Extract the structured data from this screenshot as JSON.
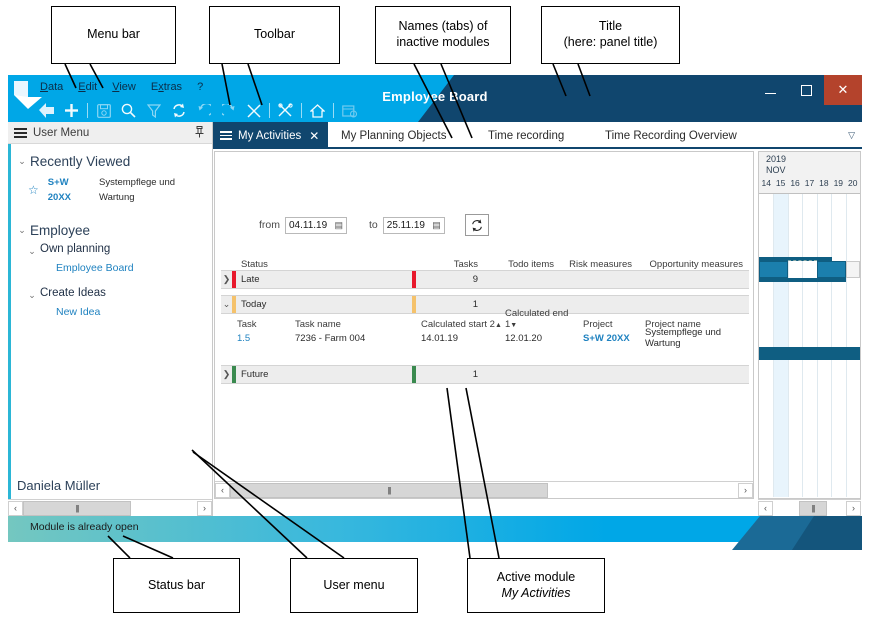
{
  "window": {
    "title": "Employee Board",
    "controls": {
      "minimize": "minimize-button",
      "maximize": "maximize-button",
      "close": "close-button"
    }
  },
  "menubar": {
    "items": [
      {
        "label": "Data",
        "accel": "D"
      },
      {
        "label": "Edit",
        "accel": "E"
      },
      {
        "label": "View",
        "accel": "V"
      },
      {
        "label": "Extras",
        "accel": "x"
      },
      {
        "label": "?",
        "accel": ""
      }
    ]
  },
  "toolbar": {
    "icons": [
      "back-arrow-icon",
      "plus-icon",
      "save-icon",
      "search-icon",
      "filter-icon",
      "refresh-icon",
      "undo-icon",
      "redo-icon",
      "close-x-icon",
      "tools-icon",
      "home-icon",
      "calendar-clock-icon"
    ]
  },
  "sidebar": {
    "header": {
      "label": "User Menu",
      "pin": "pin-icon",
      "menu": "hamburger-icon"
    },
    "groups": [
      {
        "label": "Recently Viewed",
        "items": [
          {
            "star": "star-icon",
            "code": "S+W 20XX",
            "name": "Systempflege und Wartung"
          }
        ]
      },
      {
        "label": "Employee",
        "sections": [
          {
            "label": "Own planning",
            "links": [
              "Employee Board"
            ]
          },
          {
            "label": "Create Ideas",
            "links": [
              "New Idea"
            ]
          }
        ]
      }
    ],
    "user": "Daniela Müller"
  },
  "tabs": [
    {
      "label": "My Activities",
      "active": true,
      "closable": true
    },
    {
      "label": "My Planning Objects",
      "active": false
    },
    {
      "label": "Time recording",
      "active": false
    },
    {
      "label": "Time Recording Overview",
      "active": false
    }
  ],
  "filter": {
    "from_label": "from",
    "from_value": "04.11.19",
    "to_label": "to",
    "to_value": "25.11.19",
    "refresh": "refresh-icon"
  },
  "table": {
    "headers": [
      "Status",
      "Tasks",
      "Todo items",
      "Risk measures",
      "Opportunity measures"
    ],
    "groups": [
      {
        "status": "Late",
        "tasks": "9",
        "todo": "",
        "risk": "",
        "opportunity": "",
        "color": "#e8192c",
        "expanded": false
      },
      {
        "status": "Today",
        "tasks": "1",
        "todo": "",
        "risk": "",
        "opportunity": "",
        "color": "#f5c26b",
        "expanded": true
      },
      {
        "status": "Future",
        "tasks": "1",
        "todo": "",
        "risk": "",
        "opportunity": "",
        "color": "#3a8a4f",
        "expanded": false
      }
    ],
    "sub_headers": [
      "Task",
      "Task name",
      "Calculated start 2",
      "Calculated end 1",
      "Project",
      "Project name"
    ],
    "sub_sort": {
      "start": "▲",
      "end": "▼"
    },
    "sub_rows": [
      {
        "task": "1.5",
        "task_name": "7236 - Farm 004",
        "calculated_start": "14.01.19",
        "calculated_end": "12.01.20",
        "project": "S+W 20XX",
        "project_name": "Systempflege und Wartung"
      }
    ]
  },
  "gantt": {
    "year": "2019",
    "month": "NOV",
    "days": [
      "14",
      "15",
      "16",
      "17",
      "18",
      "19",
      "20"
    ]
  },
  "statusbar": {
    "message": "Module is already open"
  },
  "annotations": [
    {
      "id": "menu-bar",
      "text": "Menu bar"
    },
    {
      "id": "toolbar",
      "text": "Toolbar"
    },
    {
      "id": "inactive-tabs",
      "line1": "Names (tabs) of",
      "line2": "inactive modules"
    },
    {
      "id": "title",
      "line1": "Title",
      "line2": "(here: panel title)"
    },
    {
      "id": "status-bar",
      "text": "Status bar"
    },
    {
      "id": "user-menu",
      "text": "User menu"
    },
    {
      "id": "active-module",
      "line1": "Active module",
      "line2": "My Activities"
    }
  ],
  "colors": {
    "brand_cyan": "#00a7e7",
    "brand_dark": "#10466e",
    "accent_link": "#1f82c0",
    "late": "#e8192c",
    "today": "#f5c26b",
    "future": "#3a8a4f",
    "close_red": "#b4432c"
  }
}
